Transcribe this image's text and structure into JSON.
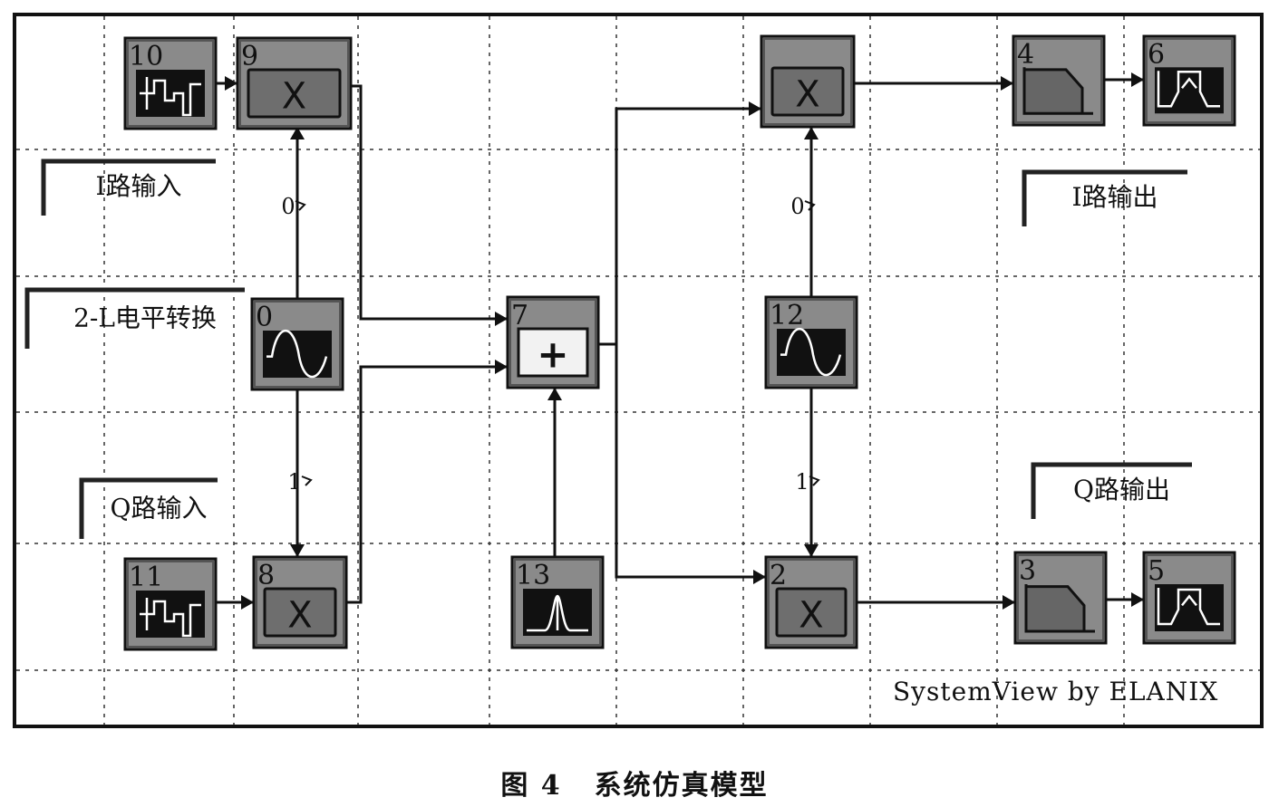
{
  "diagram": {
    "blocks": [
      {
        "id": "10",
        "icon": "pn-sequence-icon"
      },
      {
        "id": "9",
        "icon": "multiplier-icon",
        "symbol": "X"
      },
      {
        "id": "",
        "icon": "multiplier-icon",
        "symbol": "X"
      },
      {
        "id": "4",
        "icon": "lowpass-filter-icon"
      },
      {
        "id": "6",
        "icon": "spectrum-sink-icon"
      },
      {
        "id": "0",
        "icon": "sinusoid-source-icon"
      },
      {
        "id": "7",
        "icon": "adder-icon",
        "symbol": "+"
      },
      {
        "id": "12",
        "icon": "sinusoid-source-icon"
      },
      {
        "id": "11",
        "icon": "pn-sequence-icon"
      },
      {
        "id": "8",
        "icon": "multiplier-icon",
        "symbol": "X"
      },
      {
        "id": "13",
        "icon": "gaussian-noise-icon"
      },
      {
        "id": "2",
        "icon": "multiplier-icon",
        "symbol": "X"
      },
      {
        "id": "3",
        "icon": "lowpass-filter-icon"
      },
      {
        "id": "5",
        "icon": "spectrum-sink-icon"
      }
    ],
    "labels": {
      "i_input": "I路输入",
      "level_convert": "2-L电平转换",
      "q_input": "Q路输入",
      "i_output": "I路输出",
      "q_output": "Q路输出"
    },
    "ports": [
      "0",
      "1",
      "0",
      "1"
    ],
    "watermark": "SystemView by ELANIX"
  },
  "caption": {
    "fig": "图 4",
    "title": "系统仿真模型"
  }
}
